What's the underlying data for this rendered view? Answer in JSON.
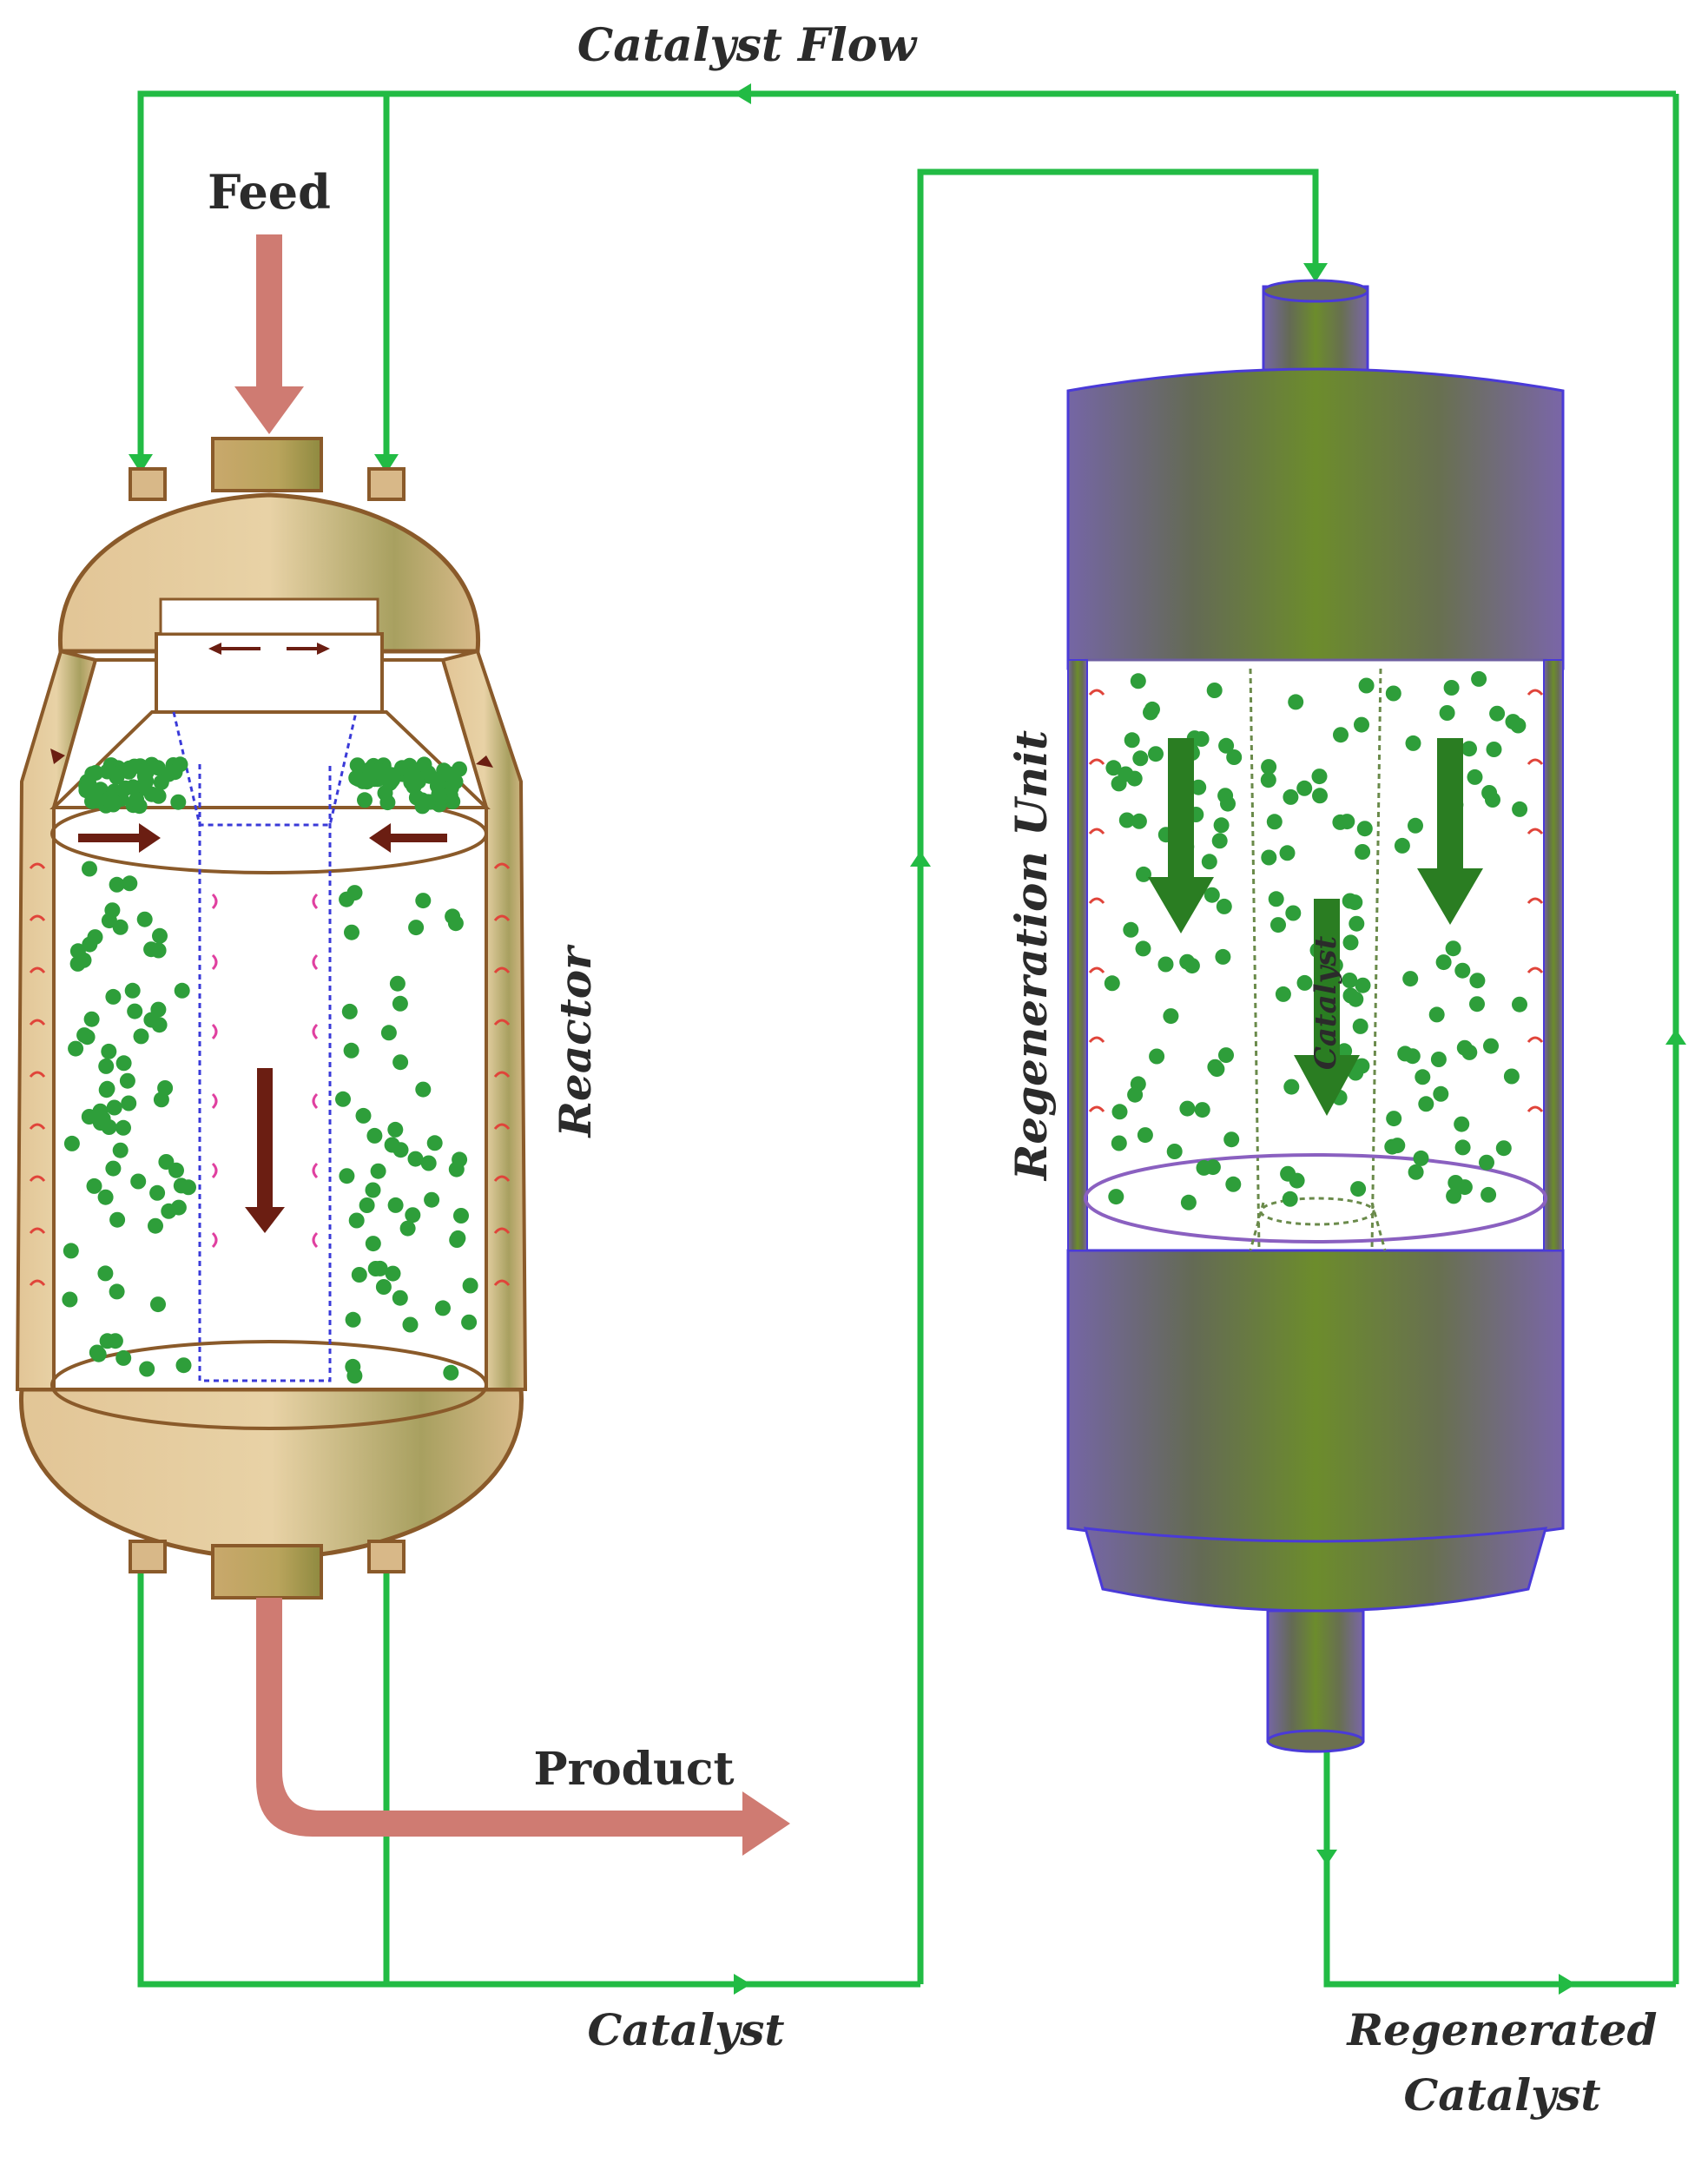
{
  "labels": {
    "catalyst_flow": "Catalyst Flow",
    "feed": "Feed",
    "reactor": "Reactor",
    "regeneration_unit": "Regeneration Unit",
    "catalyst_inner": "Catalyst",
    "product": "Product",
    "catalyst_bottom": "Catalyst",
    "regenerated_line1": "Regenerated",
    "regenerated_line2": "Catalyst"
  },
  "colors": {
    "catalyst_line": "#22bb44",
    "catalyst_particle": "#2e9e3a",
    "feed_product_arrow": "#cf7b72",
    "reactor_shell": "#d8b888",
    "reactor_outline": "#8a5a2a",
    "regen_shell_purple": "#6e5f9a",
    "regen_shell_green": "#6a8a2a",
    "inner_arrow": "#6b1e12",
    "regen_arrow": "#2a7d22"
  }
}
